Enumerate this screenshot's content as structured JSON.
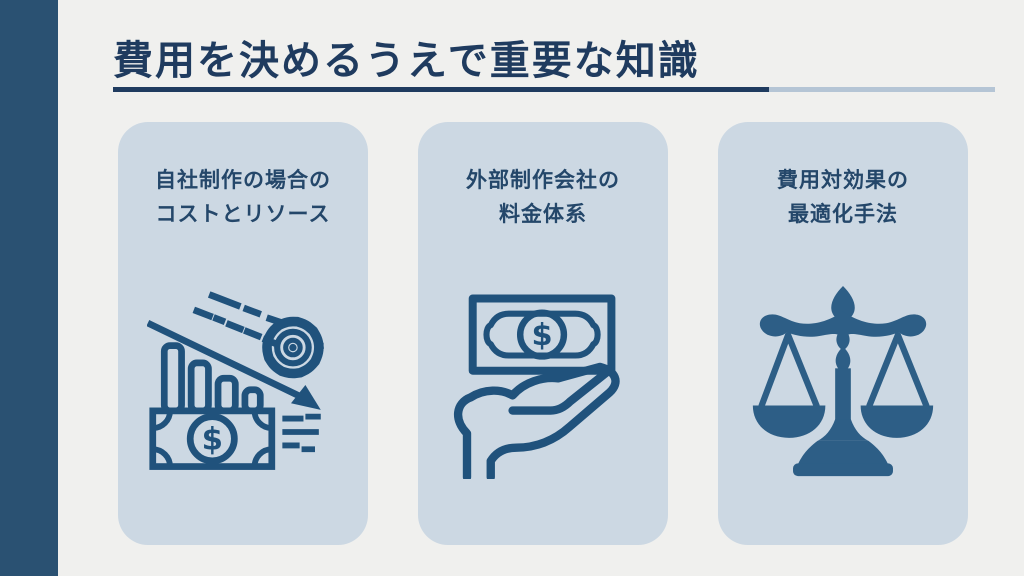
{
  "theme": {
    "page_bg": "#f0f0ee",
    "sidebar_color": "#2a5172",
    "card_bg": "#ccd8e3",
    "title_color": "#1f3b5f",
    "card_text_color": "#24476a",
    "icon_color": "#20527c",
    "scale_fill": "#2d5e86",
    "underline_dark": "#1f3b5f",
    "underline_light": "#b5c5d5"
  },
  "header": {
    "title": "費用を決めるうえで重要な知識"
  },
  "icons": {
    "currency_symbol": "$"
  },
  "cards": [
    {
      "label_line1": "自社制作の場合の",
      "label_line2": "コストとリソース",
      "icon": "cost-reduction-icon"
    },
    {
      "label_line1": "外部制作会社の",
      "label_line2": "料金体系",
      "icon": "money-in-hand-icon"
    },
    {
      "label_line1": "費用対効果の",
      "label_line2": "最適化手法",
      "icon": "balance-scale-icon"
    }
  ]
}
